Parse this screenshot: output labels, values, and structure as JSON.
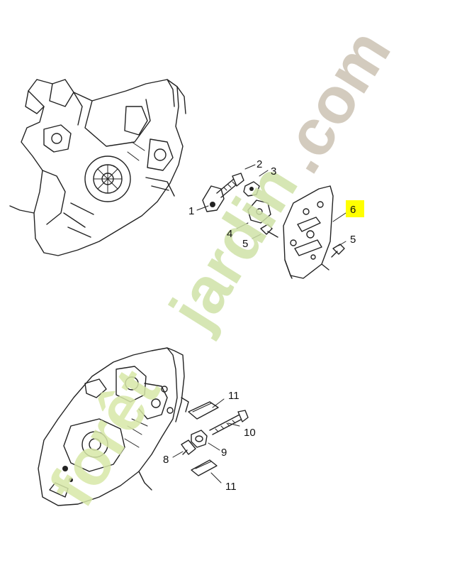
{
  "diagram": {
    "labels": {
      "l1": "1",
      "l2": "2",
      "l3": "3",
      "l4": "4",
      "l5a": "5",
      "l5b": "5",
      "l6": "6",
      "l8": "8",
      "l9": "9",
      "l10": "10",
      "l11a": "11",
      "l11b": "11"
    },
    "highlight_color": "#ffff00"
  },
  "watermark": {
    "text": "forêtjardin.com",
    "colors": {
      "foret": "#d8e8a8",
      "dot": "#f4c89a",
      "jardin": "#cfe2a8",
      "com": "#cfc6b8"
    }
  }
}
